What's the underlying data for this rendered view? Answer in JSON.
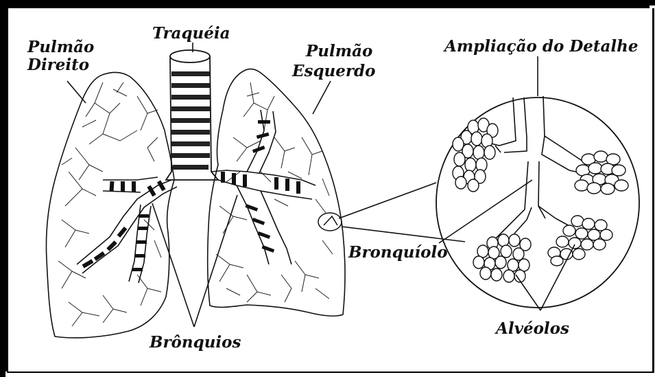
{
  "labels": {
    "trachea": "Traquéia",
    "right_lung_line1": "Pulmão",
    "right_lung_line2": "Direito",
    "left_lung_line1": "Pulmão",
    "left_lung_line2": "Esquerdo",
    "detail": "Ampliação do Detalhe",
    "bronchiole": "Bronquíolo",
    "bronchi": "Brônquios",
    "alveoli": "Alvéolos"
  },
  "colors": {
    "ink": "#111111",
    "frame": "#000000",
    "paper": "#ffffff"
  }
}
